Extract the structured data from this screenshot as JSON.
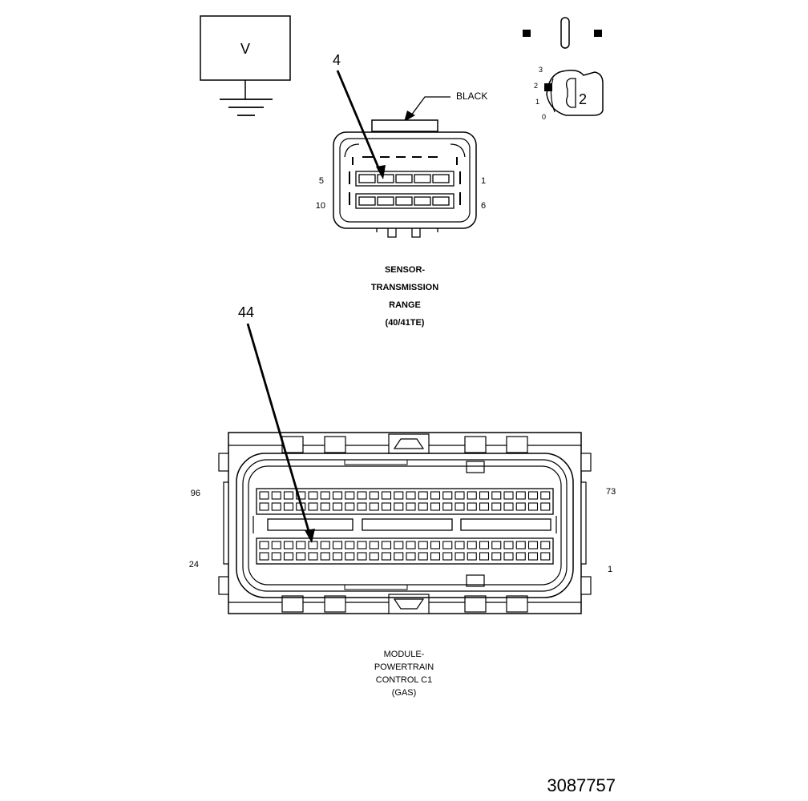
{
  "meter": {
    "label": "V"
  },
  "multimeter_dial": {
    "scale": [
      "3",
      "2",
      "1",
      "0"
    ],
    "position_label": "2"
  },
  "sensor_connector": {
    "color_label": "BLACK",
    "callout_pin": "4",
    "pin_labels": {
      "top_left": "5",
      "top_right": "1",
      "bottom_left": "10",
      "bottom_right": "6"
    },
    "caption_lines": [
      "SENSOR-",
      "TRANSMISSION",
      "RANGE",
      "(40/41TE)"
    ]
  },
  "pcm_connector": {
    "callout_pin": "44",
    "pin_labels": {
      "top_left": "96",
      "top_right": "73",
      "bottom_left": "24",
      "bottom_right": "1"
    },
    "caption_lines": [
      "MODULE-",
      "POWERTRAIN",
      "CONTROL C1",
      "(GAS)"
    ]
  },
  "figure_number": "3087757"
}
